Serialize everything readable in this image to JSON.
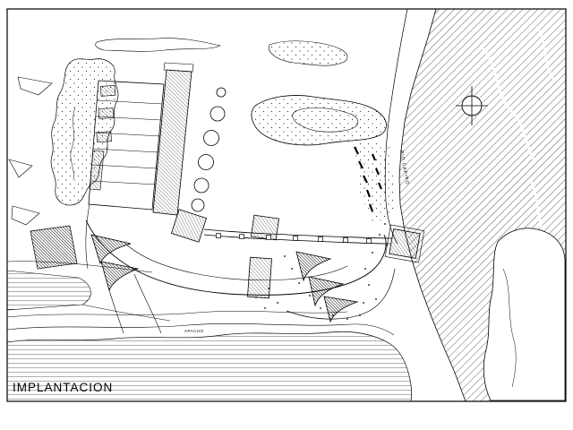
{
  "drawing": {
    "title": "IMPLANTACION",
    "labels": {
      "river": "RIO CAPIRO",
      "road": "APACHO"
    },
    "colors": {
      "ink": "#000000",
      "paper": "#ffffff"
    }
  }
}
